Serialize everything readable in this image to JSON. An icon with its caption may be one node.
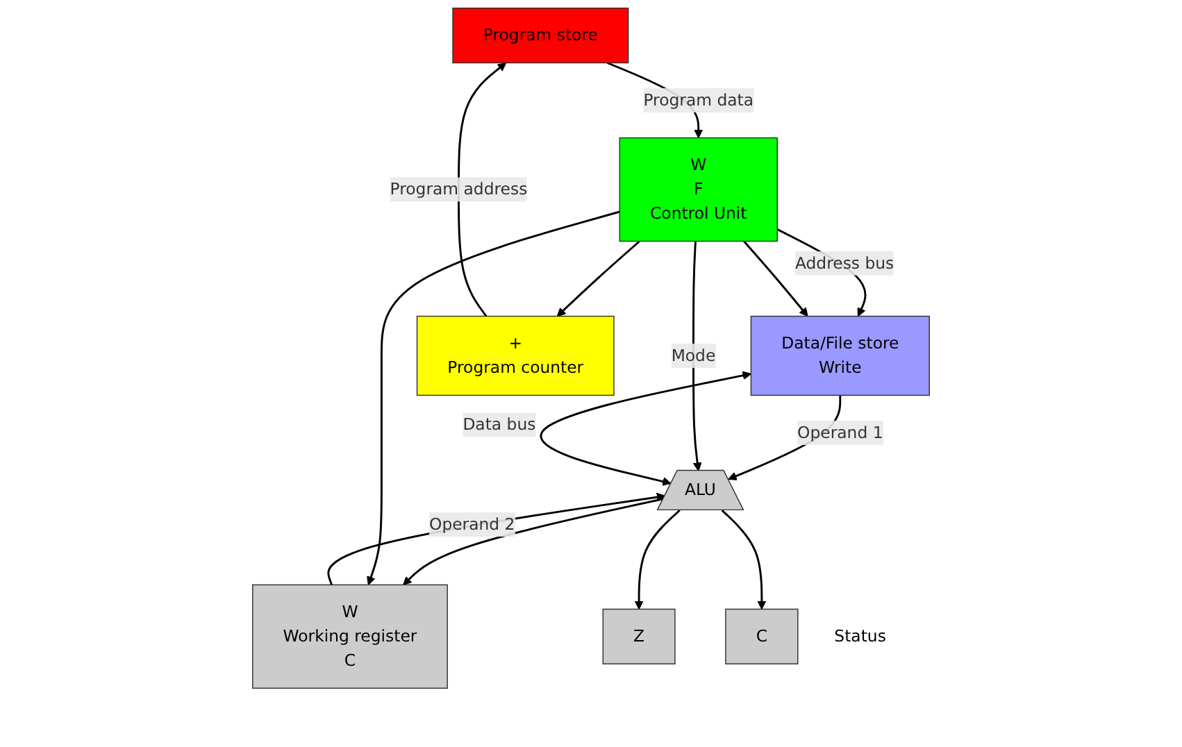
{
  "diagram": {
    "nodes": [
      {
        "text": [
          "Data/File store",
          "Write"
        ]
      },
      {
        "text": [
          "Program store"
        ]
      },
      {
        "text": [
          "+",
          "Program counter"
        ]
      },
      {
        "text": [
          "W",
          "Working register",
          "C"
        ]
      },
      {
        "text": [
          "ALU"
        ]
      },
      {
        "text": [
          "W",
          "F",
          "Control Unit"
        ]
      },
      {
        "text": [
          "Z"
        ]
      },
      {
        "text": [
          "C"
        ],
        "beside": [
          "Status"
        ]
      }
    ],
    "edges": [
      {
        "from": 4,
        "to": 0,
        "arrow": "both",
        "label": "Data bus"
      },
      {
        "from": 4,
        "to": 3,
        "arrow": "to"
      },
      {
        "from": 3,
        "to": 4,
        "arrow": "to",
        "label": "Operand 2"
      },
      {
        "from": 0,
        "to": 4,
        "arrow": "to",
        "label": "Operand 1"
      },
      {
        "from": 5,
        "to": 0,
        "arrow": "to",
        "label": "Address bus"
      },
      {
        "from": 1,
        "to": 5,
        "arrow": "to",
        "label": "Program data"
      },
      {
        "from": 2,
        "to": 1,
        "arrow": "to",
        "label": "Program address"
      },
      {
        "from": 5,
        "to": 4,
        "arrow": "to",
        "label": "Mode"
      },
      {
        "from": 5,
        "to": 3,
        "arrow": "to"
      },
      {
        "from": 5,
        "to": 0,
        "arrow": "to"
      },
      {
        "from": 5,
        "to": 2,
        "arrow": "to"
      },
      {
        "from": 4,
        "to": 6,
        "arrow": "to"
      },
      {
        "from": 4,
        "to": 7,
        "arrow": "to"
      }
    ]
  }
}
